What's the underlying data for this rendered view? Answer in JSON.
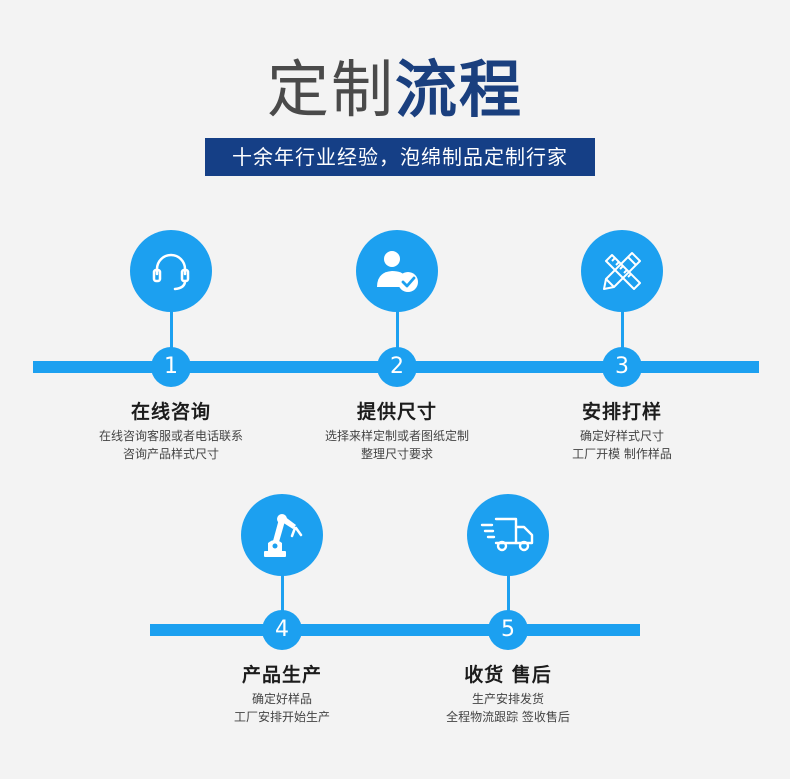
{
  "title": {
    "part1": "定制",
    "part2": "流程"
  },
  "subtitle": "十余年行业经验，泡绵制品定制行家",
  "colors": {
    "accent": "#1ca0f0",
    "title_dark": "#1a3f7e",
    "banner": "#153f86",
    "background": "#f3f3f3"
  },
  "steps": [
    {
      "number": "1",
      "icon": "headset-icon",
      "label": "在线咨询",
      "desc1": "在线咨询客服或者电话联系",
      "desc2": "咨询产品样式尺寸"
    },
    {
      "number": "2",
      "icon": "user-check-icon",
      "label": "提供尺寸",
      "desc1": "选择来样定制或者图纸定制",
      "desc2": "整理尺寸要求"
    },
    {
      "number": "3",
      "icon": "ruler-pencil-icon",
      "label": "安排打样",
      "desc1": "确定好样式尺寸",
      "desc2": "工厂开模  制作样品"
    },
    {
      "number": "4",
      "icon": "robot-arm-icon",
      "label": "产品生产",
      "desc1": "确定好样品",
      "desc2": "工厂安排开始生产"
    },
    {
      "number": "5",
      "icon": "delivery-truck-icon",
      "label": "收货 售后",
      "desc1": "生产安排发货",
      "desc2": "全程物流跟踪 签收售后"
    }
  ]
}
